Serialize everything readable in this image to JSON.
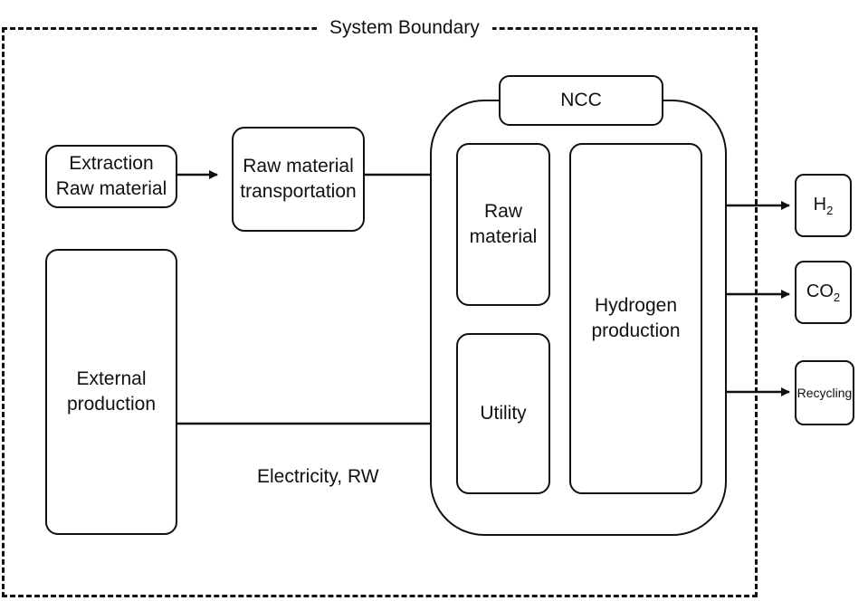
{
  "boundary": {
    "label": "System Boundary"
  },
  "boxes": {
    "extraction": "Extraction\nRaw material",
    "transport": "Raw material\ntransportation",
    "external": "External\nproduction",
    "ncc": "NCC",
    "raw_material": "Raw\nmaterial",
    "utility": "Utility",
    "hydrogen": "Hydrogen\nproduction"
  },
  "outputs": {
    "h2": {
      "base": "H",
      "sub": "2"
    },
    "co2": {
      "base": "CO",
      "sub": "2"
    },
    "recycling": "Recycling"
  },
  "edge_labels": {
    "electricity": "Electricity, RW"
  }
}
